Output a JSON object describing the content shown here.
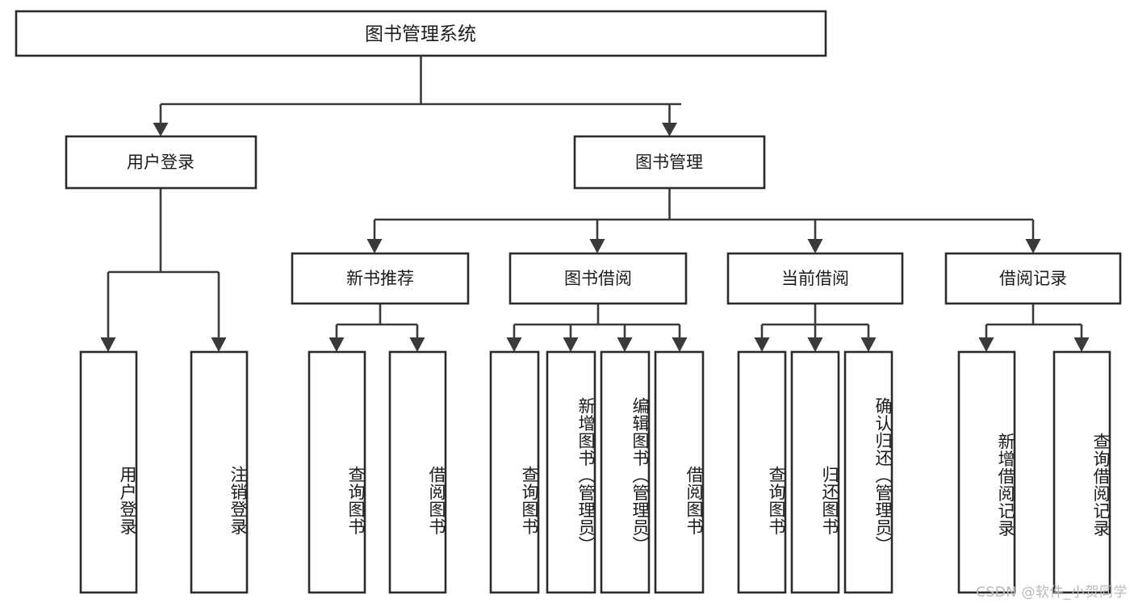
{
  "diagram": {
    "type": "tree",
    "title": "图书管理系统",
    "watermark": "CSDN @软件_小贺同学",
    "root": {
      "id": "root",
      "label": "图书管理系统",
      "level": 1
    },
    "level2": [
      {
        "id": "user-login",
        "label": "用户登录",
        "level": 2
      },
      {
        "id": "book-manage",
        "label": "图书管理",
        "level": 2
      }
    ],
    "level3": [
      {
        "id": "new-book-rec",
        "label": "新书推荐",
        "level": 3,
        "parent": "book-manage"
      },
      {
        "id": "book-borrow",
        "label": "图书借阅",
        "level": 3,
        "parent": "book-manage"
      },
      {
        "id": "current-borrow",
        "label": "当前借阅",
        "level": 3,
        "parent": "book-manage"
      },
      {
        "id": "borrow-record",
        "label": "借阅记录",
        "level": 3,
        "parent": "book-manage"
      }
    ],
    "leaves": [
      {
        "id": "leaf-user-login",
        "label": "用户登录",
        "parent": "user-login"
      },
      {
        "id": "leaf-logout-login",
        "label": "注销登录",
        "parent": "user-login"
      },
      {
        "id": "leaf-query-book-1",
        "label": "查询图书",
        "parent": "new-book-rec"
      },
      {
        "id": "leaf-borrow-book-1",
        "label": "借阅图书",
        "parent": "new-book-rec"
      },
      {
        "id": "leaf-query-book-2",
        "label": "查询图书",
        "parent": "book-borrow"
      },
      {
        "id": "leaf-add-book",
        "label": "新增图书（管理员）",
        "parent": "book-borrow"
      },
      {
        "id": "leaf-edit-book",
        "label": "编辑图书（管理员）",
        "parent": "book-borrow"
      },
      {
        "id": "leaf-borrow-book-2",
        "label": "借阅图书",
        "parent": "book-borrow"
      },
      {
        "id": "leaf-query-book-3",
        "label": "查询图书",
        "parent": "current-borrow"
      },
      {
        "id": "leaf-return-book",
        "label": "归还图书",
        "parent": "current-borrow"
      },
      {
        "id": "leaf-confirm-return",
        "label": "确认归还（管理员）",
        "parent": "current-borrow"
      },
      {
        "id": "leaf-add-record",
        "label": "新增借阅记录",
        "parent": "borrow-record"
      },
      {
        "id": "leaf-query-record",
        "label": "查询借阅记录",
        "parent": "borrow-record"
      }
    ],
    "colors": {
      "box_fill": "#ffffff",
      "box_stroke": "#2b2b2b",
      "connector": "#3a3a3a",
      "text": "#1b1b1b",
      "watermark": "#b9b9b9",
      "background": "#ffffff"
    }
  }
}
